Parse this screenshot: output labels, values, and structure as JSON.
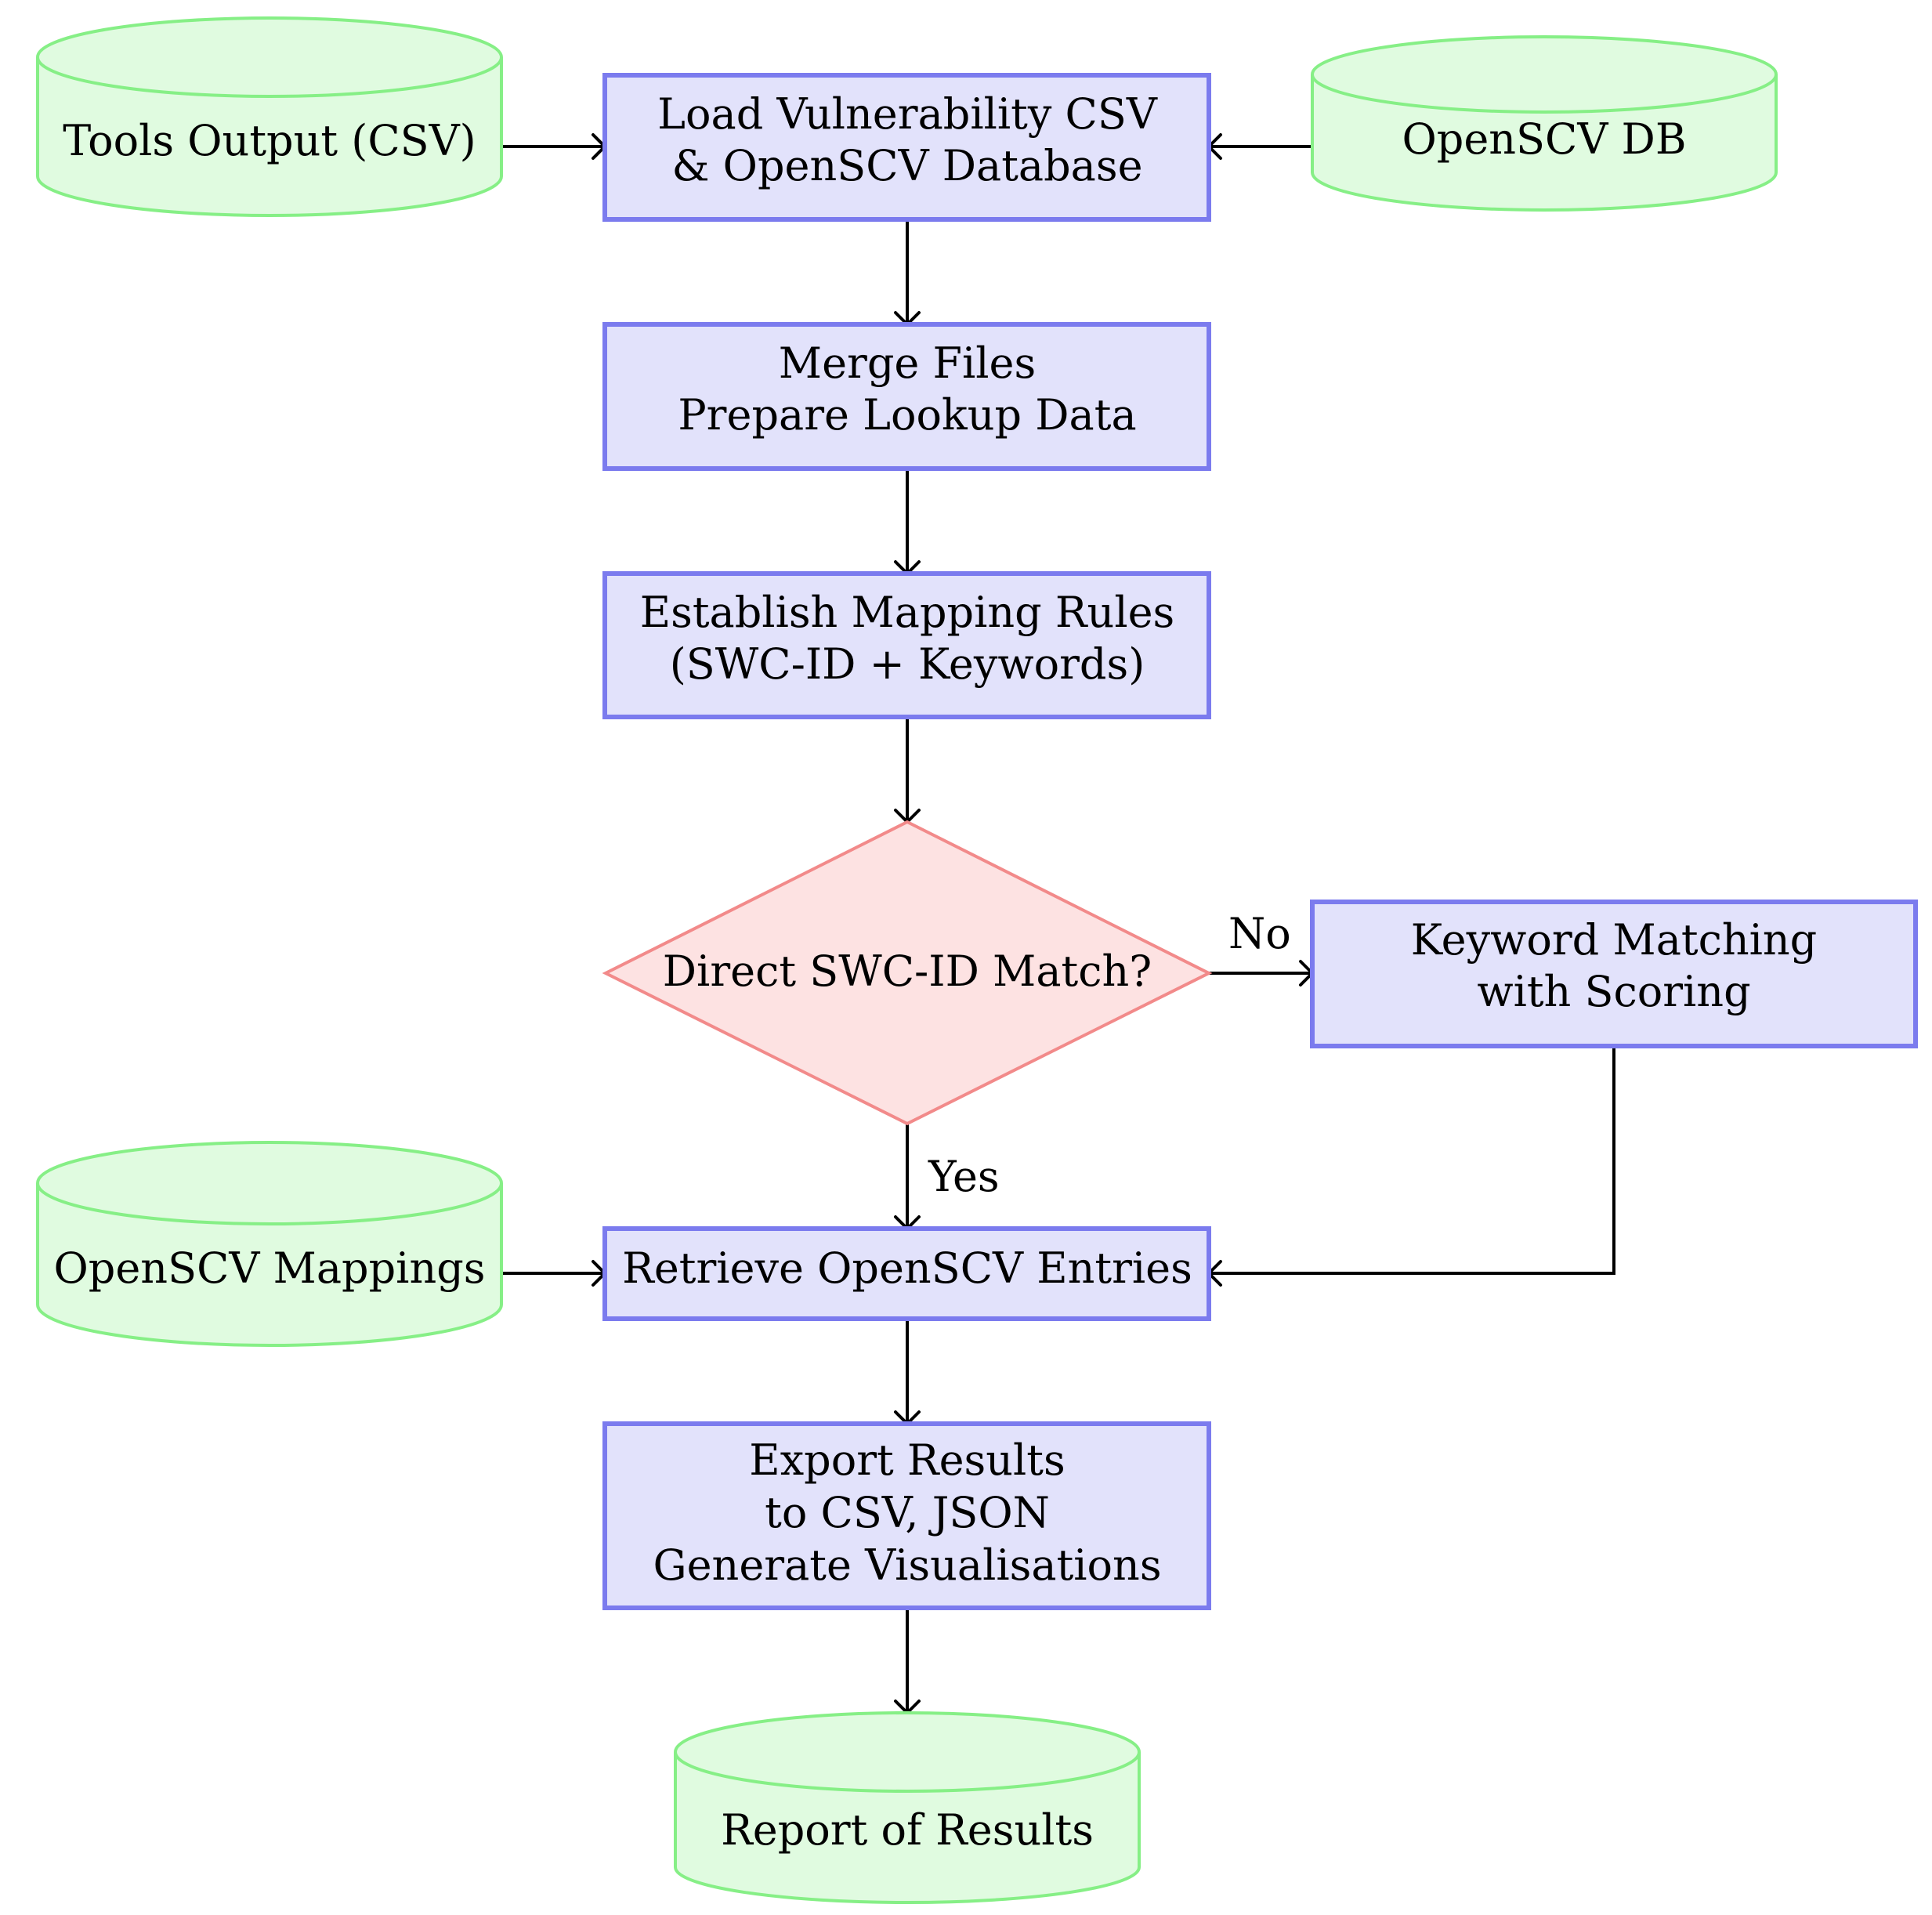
{
  "nodes": {
    "tools_output": {
      "lines": [
        "Tools Output (CSV)"
      ]
    },
    "openscv_db": {
      "lines": [
        "OpenSCV DB"
      ]
    },
    "load": {
      "lines": [
        "Load Vulnerability CSV",
        "& OpenSCV Database"
      ]
    },
    "merge": {
      "lines": [
        "Merge Files",
        "Prepare Lookup Data"
      ]
    },
    "rules": {
      "lines": [
        "Establish Mapping Rules",
        "(SWC-ID + Keywords)"
      ]
    },
    "decision": {
      "lines": [
        "Direct SWC-ID Match?"
      ]
    },
    "keyword": {
      "lines": [
        "Keyword Matching",
        "with Scoring"
      ]
    },
    "mappings": {
      "lines": [
        "OpenSCV Mappings"
      ]
    },
    "retrieve": {
      "lines": [
        "Retrieve OpenSCV Entries"
      ]
    },
    "export": {
      "lines": [
        "Export Results",
        "to CSV, JSON",
        "Generate Visualisations"
      ]
    },
    "report": {
      "lines": [
        "Report of Results"
      ]
    }
  },
  "edge_labels": {
    "no": "No",
    "yes": "Yes"
  },
  "colors": {
    "process_fill": "#e2e2fb",
    "process_stroke": "#7b7bee",
    "database_fill": "#e0fbe0",
    "database_stroke": "#86ef86",
    "decision_fill": "#fde2e2",
    "decision_stroke": "#f28a8a"
  }
}
